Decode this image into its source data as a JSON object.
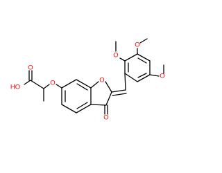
{
  "molecule": {
    "colors": {
      "bond": "#000000",
      "oxygen": "#ff0000",
      "background": "#ffffff"
    },
    "labels": {
      "hydroxyl": "HO",
      "carbonyl_acid": "O",
      "ether_link": "O",
      "furan_o": "O",
      "ketone_o": "O",
      "methoxy_top_left": "O",
      "methoxy_top_right": "O",
      "methoxy_right": "O"
    }
  }
}
